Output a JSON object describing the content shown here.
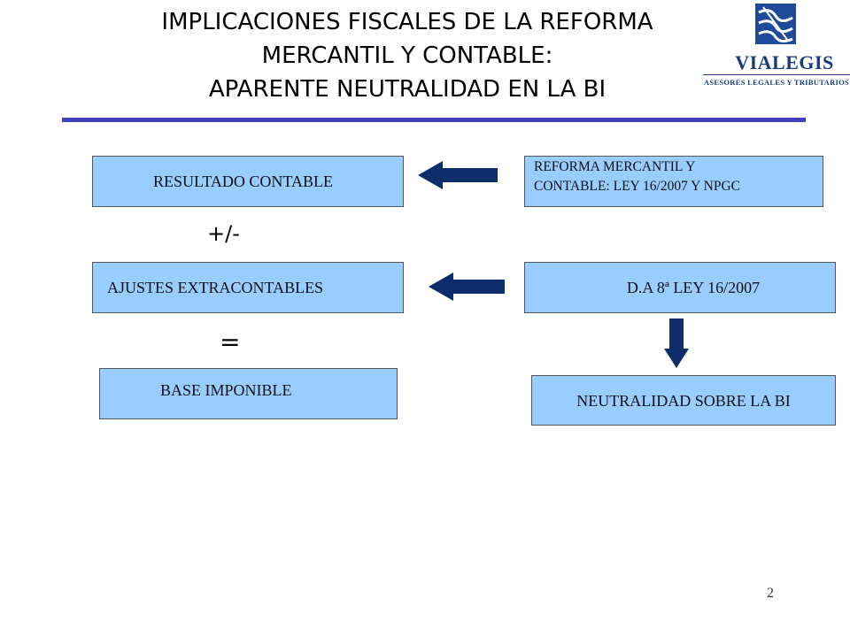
{
  "title": {
    "line1": "IMPLICACIONES FISCALES DE LA REFORMA",
    "line2": "MERCANTIL Y CONTABLE:",
    "line3": "APARENTE NEUTRALIDAD EN LA BI"
  },
  "logo": {
    "name": "VIALEGIS",
    "tagline": "ASESORES LEGALES Y TRIBUTARIOS"
  },
  "diagram": {
    "resultado": "RESULTADO CONTABLE",
    "reforma_line1": "REFORMA MERCANTIL Y",
    "reforma_line2": "CONTABLE: LEY 16/2007 Y NPGC",
    "op_plusminus": "+/-",
    "ajustes": "AJUSTES EXTRACONTABLES",
    "da": "D.A 8ª LEY 16/2007",
    "op_equals": "=",
    "base": "BASE IMPONIBLE",
    "neutralidad": "NEUTRALIDAD SOBRE LA BI"
  },
  "colors": {
    "box_fill": "#99ccff",
    "arrow": "#0d2d6b",
    "rule": "#3f3fbf"
  },
  "page_number": "2"
}
